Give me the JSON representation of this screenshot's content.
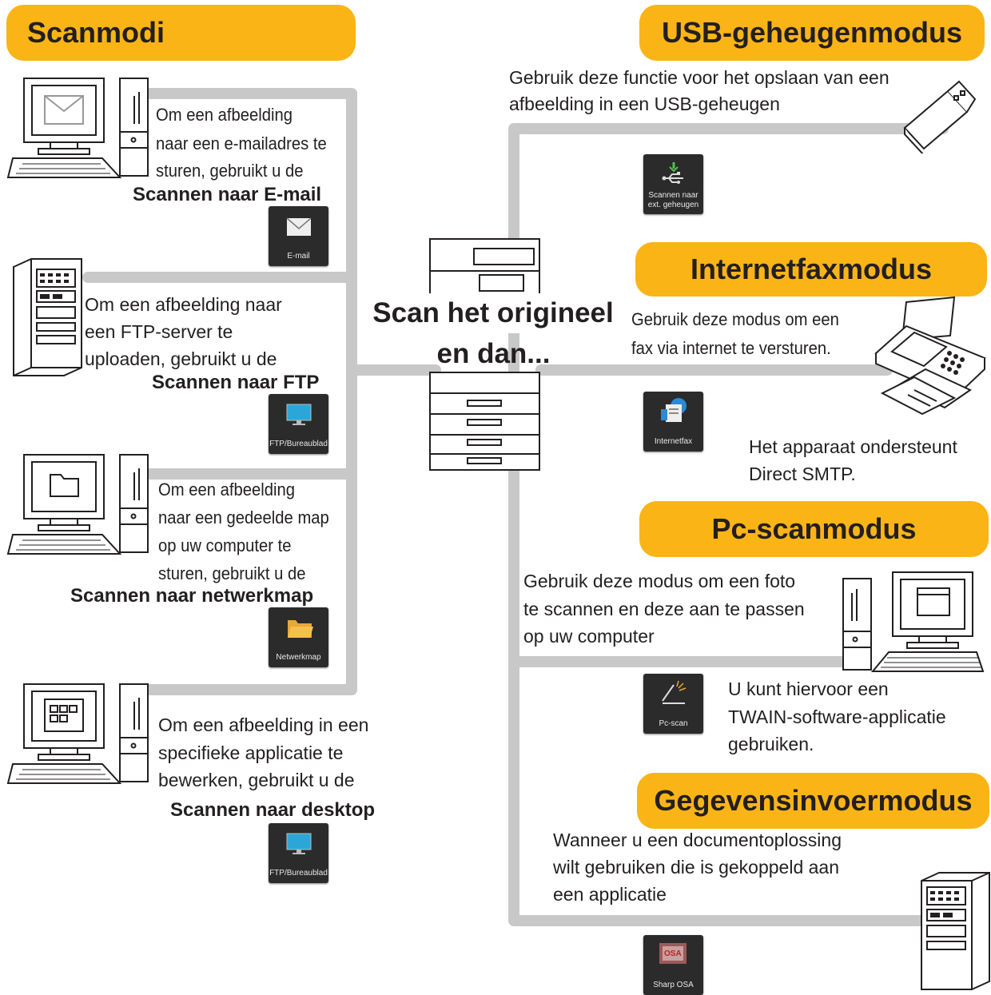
{
  "colors": {
    "accent": "#fbb415",
    "line": "#c8c8c8",
    "button": "#2b2b2b"
  },
  "center": {
    "line1": "Scan het origineel",
    "line2": "en dan..."
  },
  "left": {
    "header": "Scanmodi",
    "modes": [
      {
        "lines": [
          "Om een afbeelding",
          "naar een e-mailadres te",
          "sturen, gebruikt u de"
        ],
        "mode": "Scannen naar E-mail",
        "button": "E-mail",
        "icon": "mail-icon"
      },
      {
        "lines": [
          "Om een afbeelding naar",
          "een FTP-server te",
          "uploaden, gebruikt u de"
        ],
        "mode": "Scannen naar FTP",
        "button": "FTP/Bureaublad",
        "icon": "monitor-icon"
      },
      {
        "lines": [
          "Om een afbeelding",
          "naar een gedeelde map",
          "op uw computer te",
          "sturen, gebruikt u de"
        ],
        "mode": "Scannen naar netwerkmap",
        "button": "Netwerkmap",
        "icon": "folder-icon"
      },
      {
        "lines": [
          "Om een afbeelding in een",
          "specifieke applicatie te",
          "bewerken, gebruikt u de"
        ],
        "mode": "Scannen naar desktop",
        "button": "FTP/Bureaublad",
        "icon": "monitor-icon"
      }
    ]
  },
  "right": {
    "usb": {
      "header": "USB-geheugenmodus",
      "lines": [
        "Gebruik deze functie voor het opslaan van een",
        "afbeelding in een USB-geheugen"
      ],
      "button": [
        "Scannen naar",
        "ext. geheugen"
      ],
      "icon": "usb-icon"
    },
    "ifax": {
      "header": "Internetfaxmodus",
      "lines": [
        "Gebruik deze modus om een",
        "fax via internet te versturen."
      ],
      "note": [
        "Het apparaat ondersteunt",
        "Direct SMTP."
      ],
      "button": "Internetfax",
      "icon": "internet-fax-icon"
    },
    "pc": {
      "header": "Pc-scanmodus",
      "lines": [
        "Gebruik deze modus om een foto",
        "te scannen en deze aan te passen",
        "op uw computer"
      ],
      "note": [
        "U kunt hiervoor een",
        "TWAIN-software-applicatie",
        "gebruiken."
      ],
      "button": "Pc-scan",
      "icon": "scanner-icon"
    },
    "data": {
      "header": "Gegevensinvoermodus",
      "lines": [
        "Wanneer u een documentoplossing",
        "wilt gebruiken die is gekoppeld aan",
        "een applicatie"
      ],
      "button": "Sharp OSA",
      "icon": "sharp-osa-icon"
    }
  }
}
